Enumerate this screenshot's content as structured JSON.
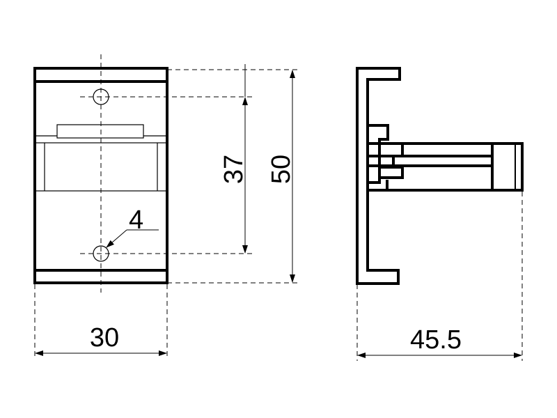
{
  "dimensions": {
    "width": "30",
    "height": "50",
    "hole_spacing": "37",
    "hole_diameter": "4",
    "depth": "45.5"
  },
  "colors": {
    "line": "#000000",
    "background": "#ffffff"
  }
}
